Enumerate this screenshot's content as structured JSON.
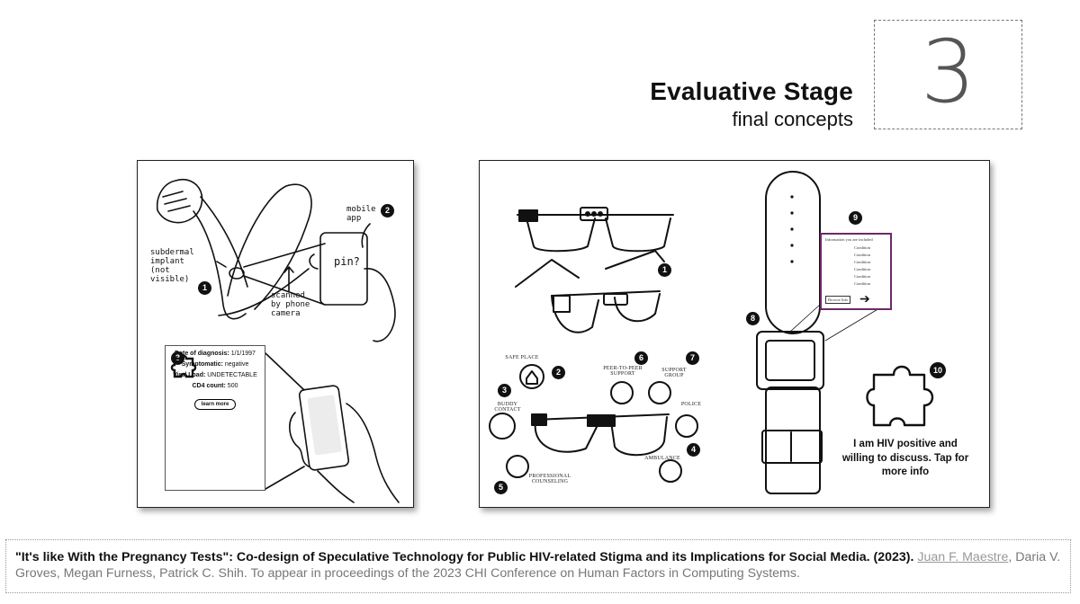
{
  "stage": {
    "number": "3",
    "title": "Evaluative Stage",
    "subtitle": "final concepts"
  },
  "panel_left": {
    "badges": [
      "1",
      "2",
      "3"
    ],
    "labels": {
      "mobile_app": "mobile app",
      "implant": "subdermal implant (not visible)",
      "scanned": "scanned by phone camera",
      "pin": "pin?"
    },
    "card": {
      "diagnosis_label": "Date of diagnosis:",
      "diagnosis_value": "1/1/1997",
      "symptomatic_label": "Symptomatic:",
      "symptomatic_value": "negative",
      "viral_label": "Viral Load:",
      "viral_value": "UNDETECTABLE",
      "cd4_label": "CD4 count:",
      "cd4_value": "500",
      "button": "learn more"
    }
  },
  "panel_right": {
    "badges": [
      "1",
      "2",
      "3",
      "4",
      "5",
      "6",
      "7",
      "8",
      "9",
      "10"
    ],
    "labels": {
      "safe_place": "Safe place",
      "buddy": "Buddy contact",
      "peer": "Peer-to-peer support",
      "support_group": "Support group",
      "police": "Police",
      "ambulance": "Ambulance",
      "counseling": "Professional Counseling"
    },
    "watch_screen": {
      "header": "Information you are included",
      "conditions": [
        "Condition",
        "Condition",
        "Condition",
        "Condition",
        "Condition",
        "Condition"
      ],
      "button": "Browse Info"
    },
    "info_text": "I am HIV positive and willing to discuss. Tap for more info"
  },
  "citation": {
    "title": "\"It's like With the Pregnancy Tests\": Co-design of Speculative Technology for Public HIV-related Stigma and its Implications for Social Media. (2023).",
    "link_author": "Juan F. Maestre",
    "rest": ", Daria V. Groves, Megan Furness, Patrick C. Shih. To appear in proceedings of the 2023 CHI Conference on Human Factors in Computing Systems."
  },
  "colors": {
    "accent": "#6a2a6a",
    "text": "#111111",
    "muted": "#777777"
  }
}
